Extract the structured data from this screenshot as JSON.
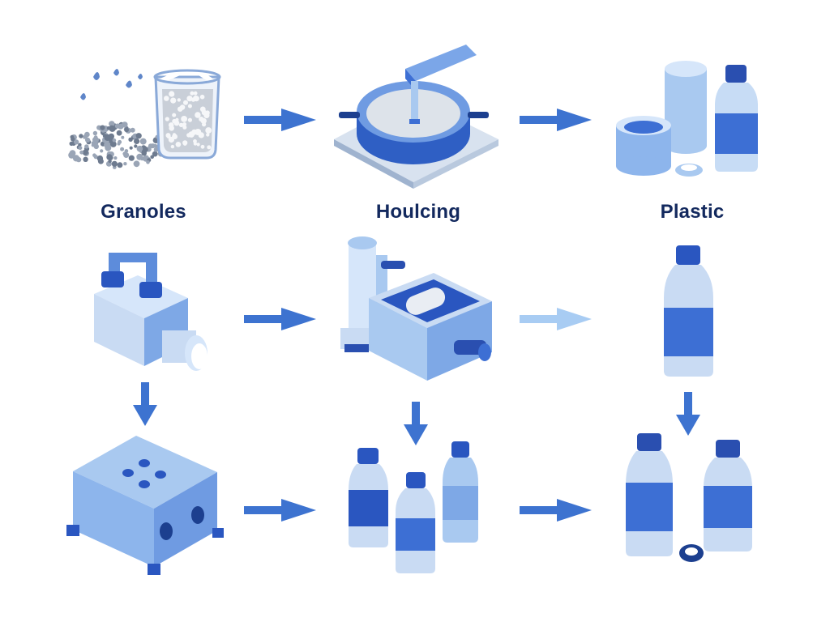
{
  "labels": {
    "granoles": "Granoles",
    "houlcing": "Houlcing",
    "plastic": "Plastic"
  },
  "icons": [
    "granules-beaker-icon",
    "molding-pan-icon",
    "plastic-containers-icon",
    "extruder-machine-icon",
    "injection-press-icon",
    "bottle-icon",
    "mold-block-icon",
    "bottles-group-icon",
    "bottles-with-cap-icon"
  ],
  "colors": {
    "dark_blue": "#2a56c0",
    "mid_blue": "#3d6fd4",
    "light_blue": "#a9c9f0",
    "pale_blue": "#d6e6fa",
    "gray": "#d5dae3",
    "label": "#13295e",
    "faded_arrow": "#a8ccf3"
  }
}
